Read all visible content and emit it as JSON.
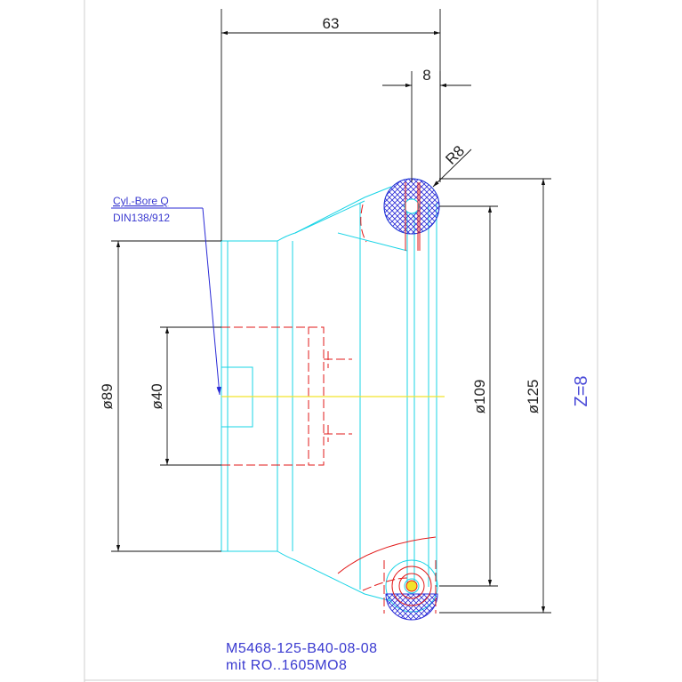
{
  "dimensions": {
    "top_width": "63",
    "groove_width": "8",
    "radius": "R8",
    "bore_dia": "ø89",
    "hub_dia": "ø40",
    "pitch_dia": "ø109",
    "outer_dia": "ø125"
  },
  "teeth": "Z=8",
  "note": {
    "line1": "Cyl.-Bore Q",
    "line2": "DIN138/912"
  },
  "title": {
    "line1": "M5468-125-B40-08-08",
    "line2": "mit RO..1605MO8"
  },
  "colors": {
    "outline": "#19d4e6",
    "hidden": "#e21a1a",
    "dimension": "#111111",
    "annotation": "#3a3ad0",
    "centerline": "#f2e32a"
  }
}
